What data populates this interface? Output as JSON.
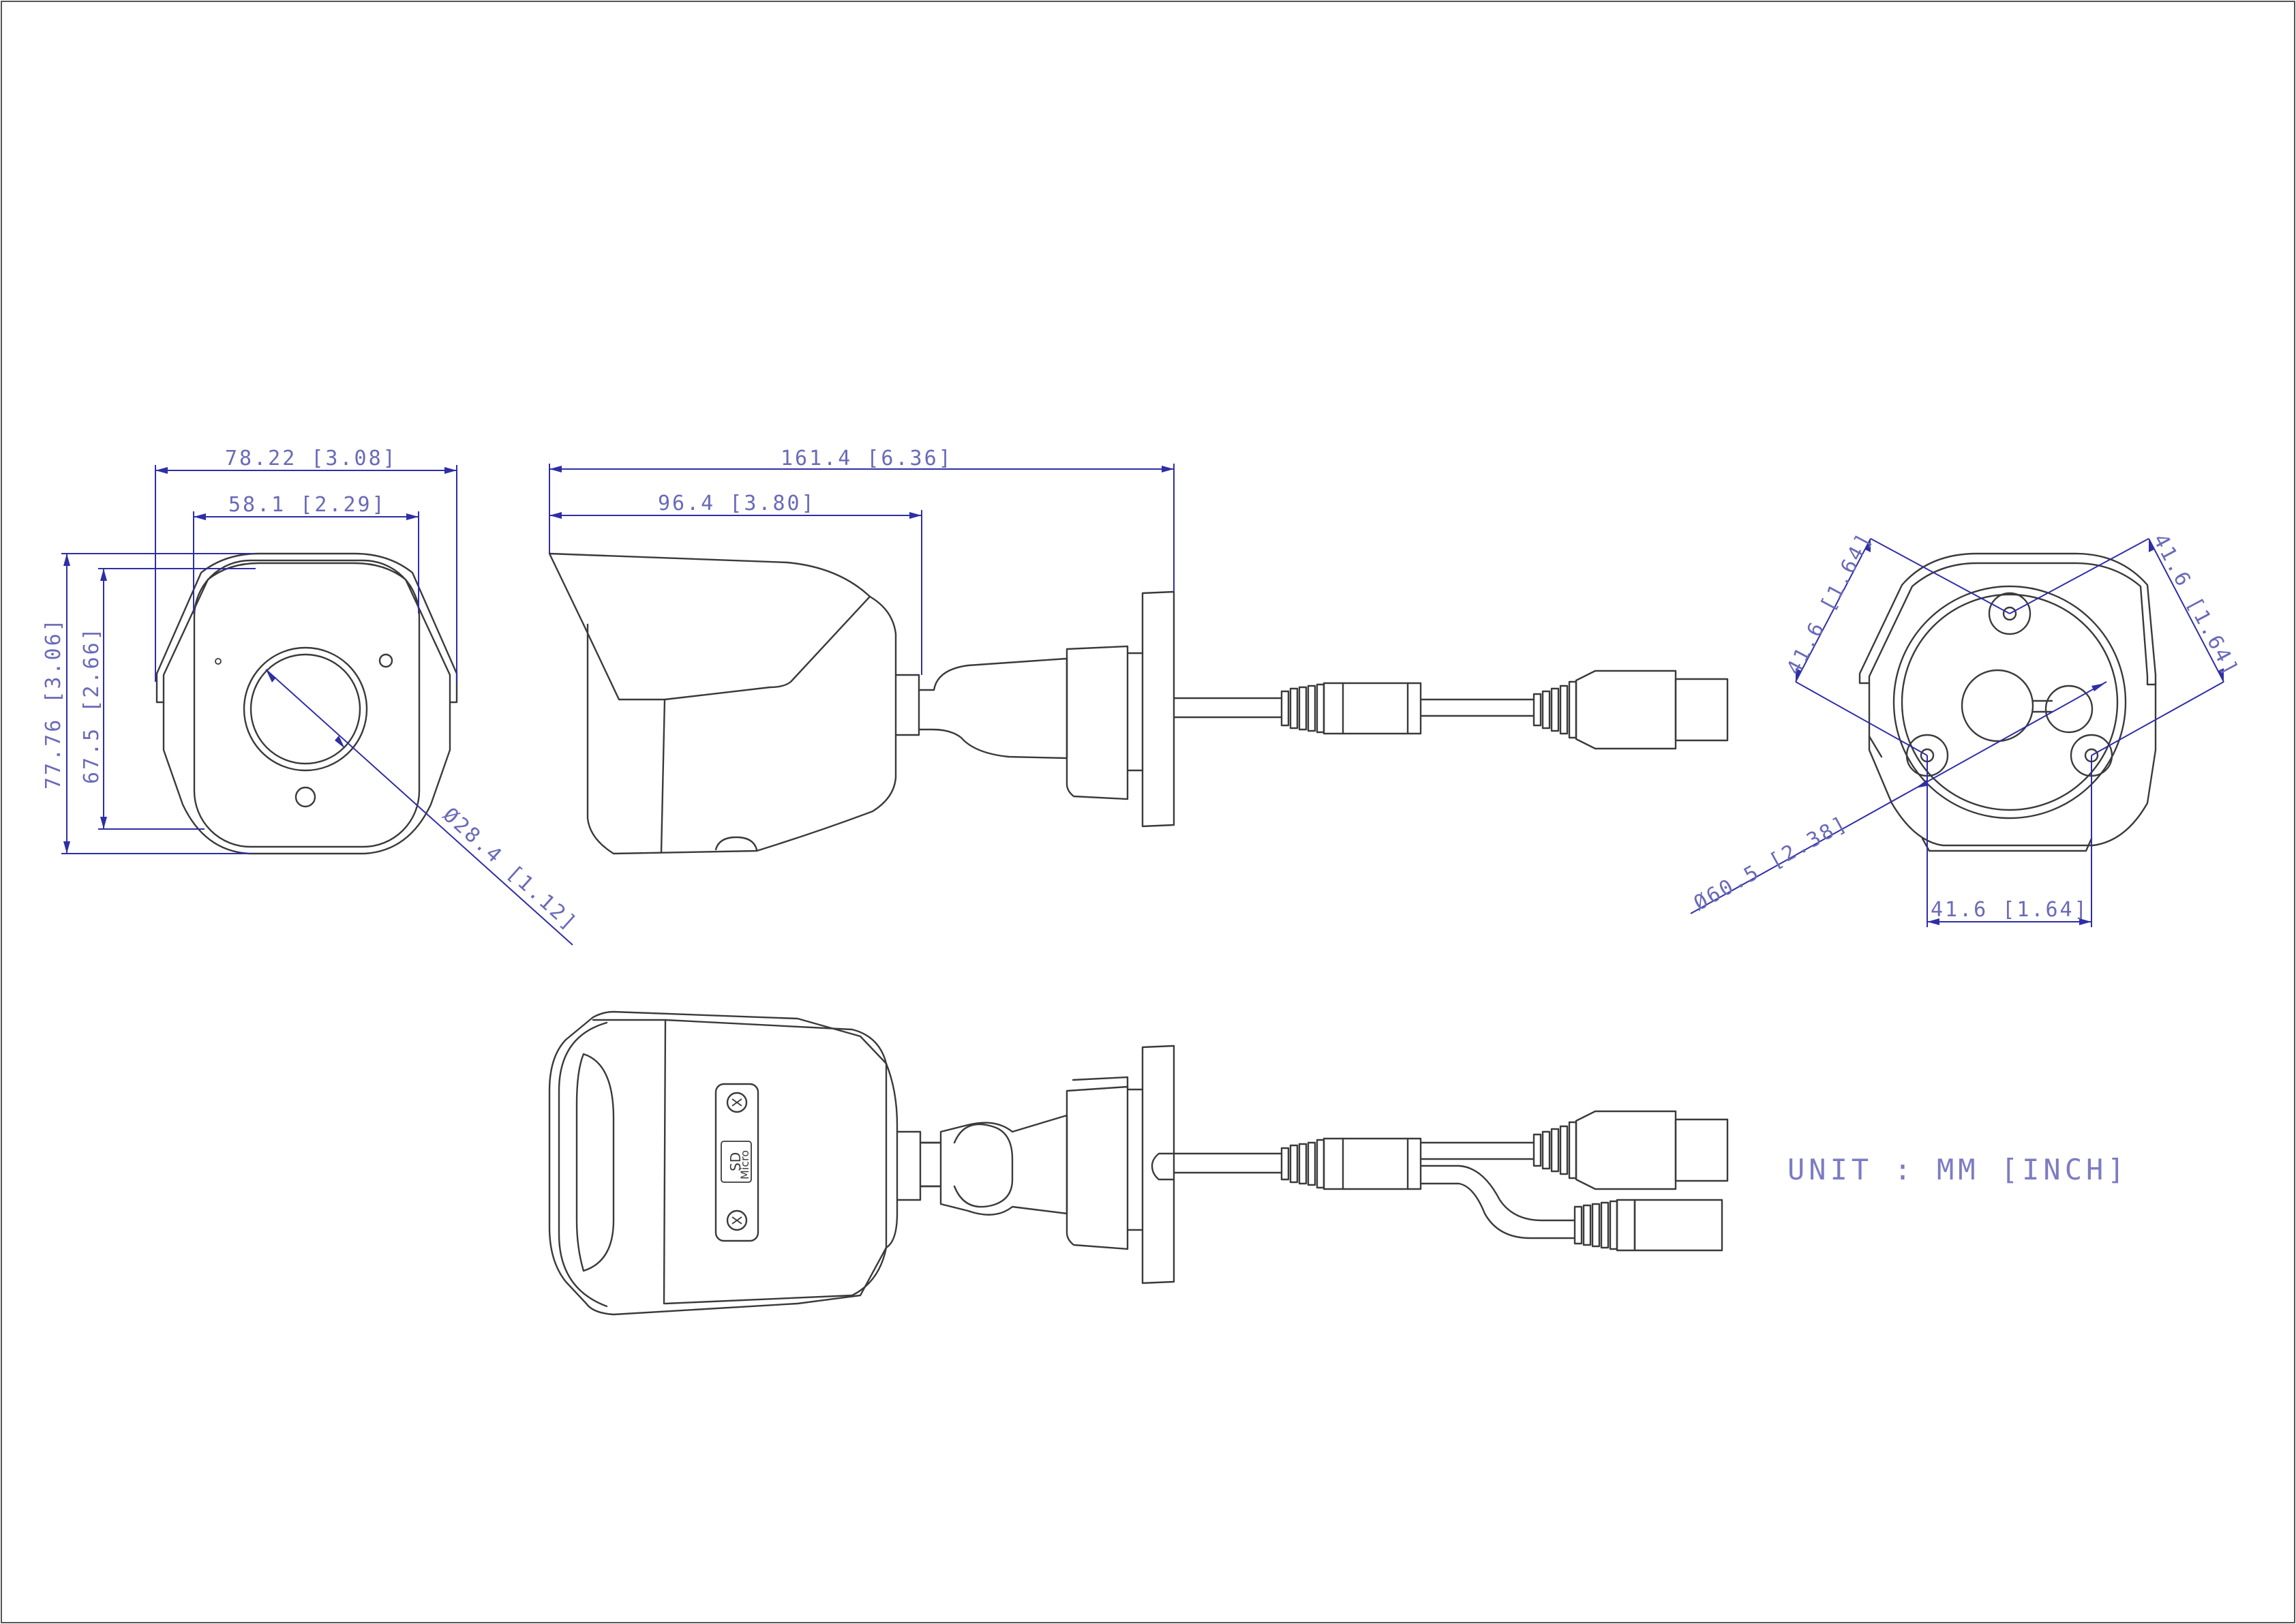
{
  "dimensions": {
    "front_width": "78.22 [3.08]",
    "front_mount_width": "58.1 [2.29]",
    "front_height": "77.76 [3.06]",
    "front_mount_height": "67.5 [2.66]",
    "lens_diameter": "Ø28.4 [1.12]",
    "total_length": "161.4 [6.36]",
    "body_length": "96.4 [3.80]",
    "base_hole_left": "41.6 [1.64]",
    "base_hole_right": "41.6 [1.64]",
    "base_hole_bottom": "41.6 [1.64]",
    "base_diameter": "Ø60.5 [2.38]"
  },
  "unit_note": "UNIT : MM [INCH]",
  "sd_label": {
    "line1": "SD",
    "line2": "Micro"
  },
  "colors": {
    "outline": "#3a3a3a",
    "dimension": "#2e2ea6",
    "dimension_text": "#6a6ab8"
  }
}
